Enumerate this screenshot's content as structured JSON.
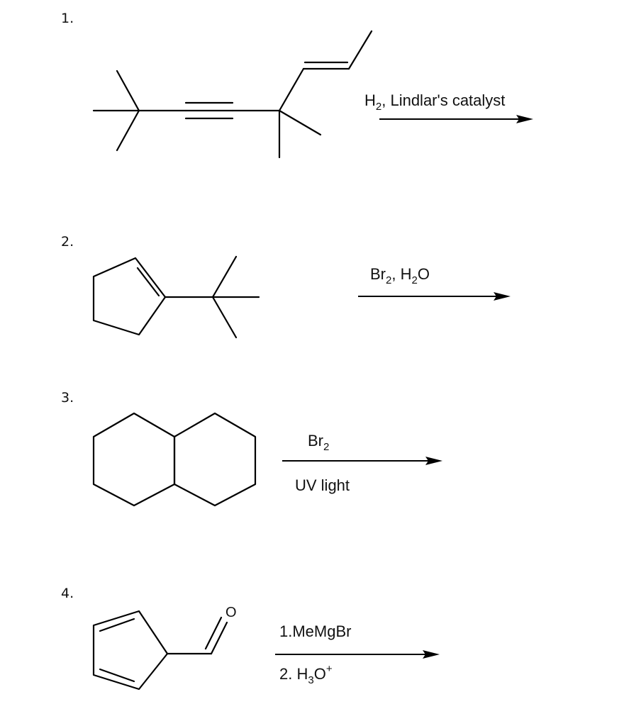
{
  "reactions": [
    {
      "number": "1.",
      "reagent_above": {
        "base": "H",
        "sub": "2",
        "rest": ", Lindlar's catalyst"
      },
      "reagent_below": ""
    },
    {
      "number": "2.",
      "reagent_above": {
        "b1": "Br",
        "s1": "2",
        "mid": ", H",
        "s2": "2",
        "end": "O"
      },
      "reagent_below": ""
    },
    {
      "number": "3.",
      "reagent_above": {
        "base": "Br",
        "sub": "2"
      },
      "reagent_below": "UV light"
    },
    {
      "number": "4.",
      "reagent_above": "1.MeMgBr",
      "reagent_below": {
        "prefix": "2.  H",
        "sub": "3",
        "base": "O",
        "sup": "+"
      },
      "atom_label": "O"
    }
  ]
}
